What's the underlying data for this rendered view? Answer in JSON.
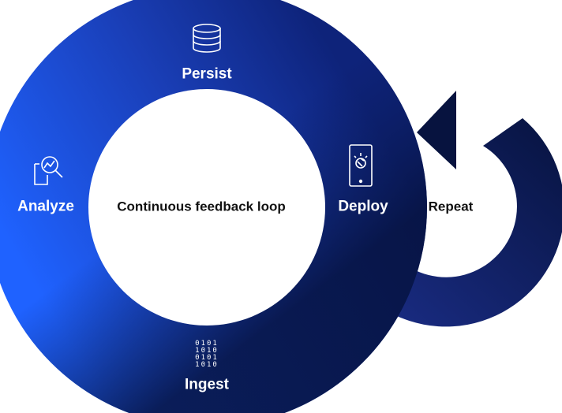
{
  "diagram": {
    "center_label": "Continuous feedback loop",
    "repeat_label": "Repeat",
    "stages": {
      "persist": {
        "label": "Persist",
        "icon": "database-icon"
      },
      "deploy": {
        "label": "Deploy",
        "icon": "mobile-device-icon"
      },
      "ingest": {
        "label": "Ingest",
        "icon": "binary-data-icon"
      },
      "analyze": {
        "label": "Analyze",
        "icon": "document-analysis-icon"
      }
    },
    "ingest_binary_rows": [
      "0101",
      "1010",
      "0101",
      "1010"
    ]
  },
  "colors": {
    "ring_light": "#1f62ff",
    "ring_mid": "#1a3fb8",
    "ring_dark": "#0a1a55",
    "repeat_light": "#1c2f8c",
    "repeat_dark": "#07133f",
    "text_on_dark": "#ffffff",
    "text_on_light": "#111111"
  }
}
